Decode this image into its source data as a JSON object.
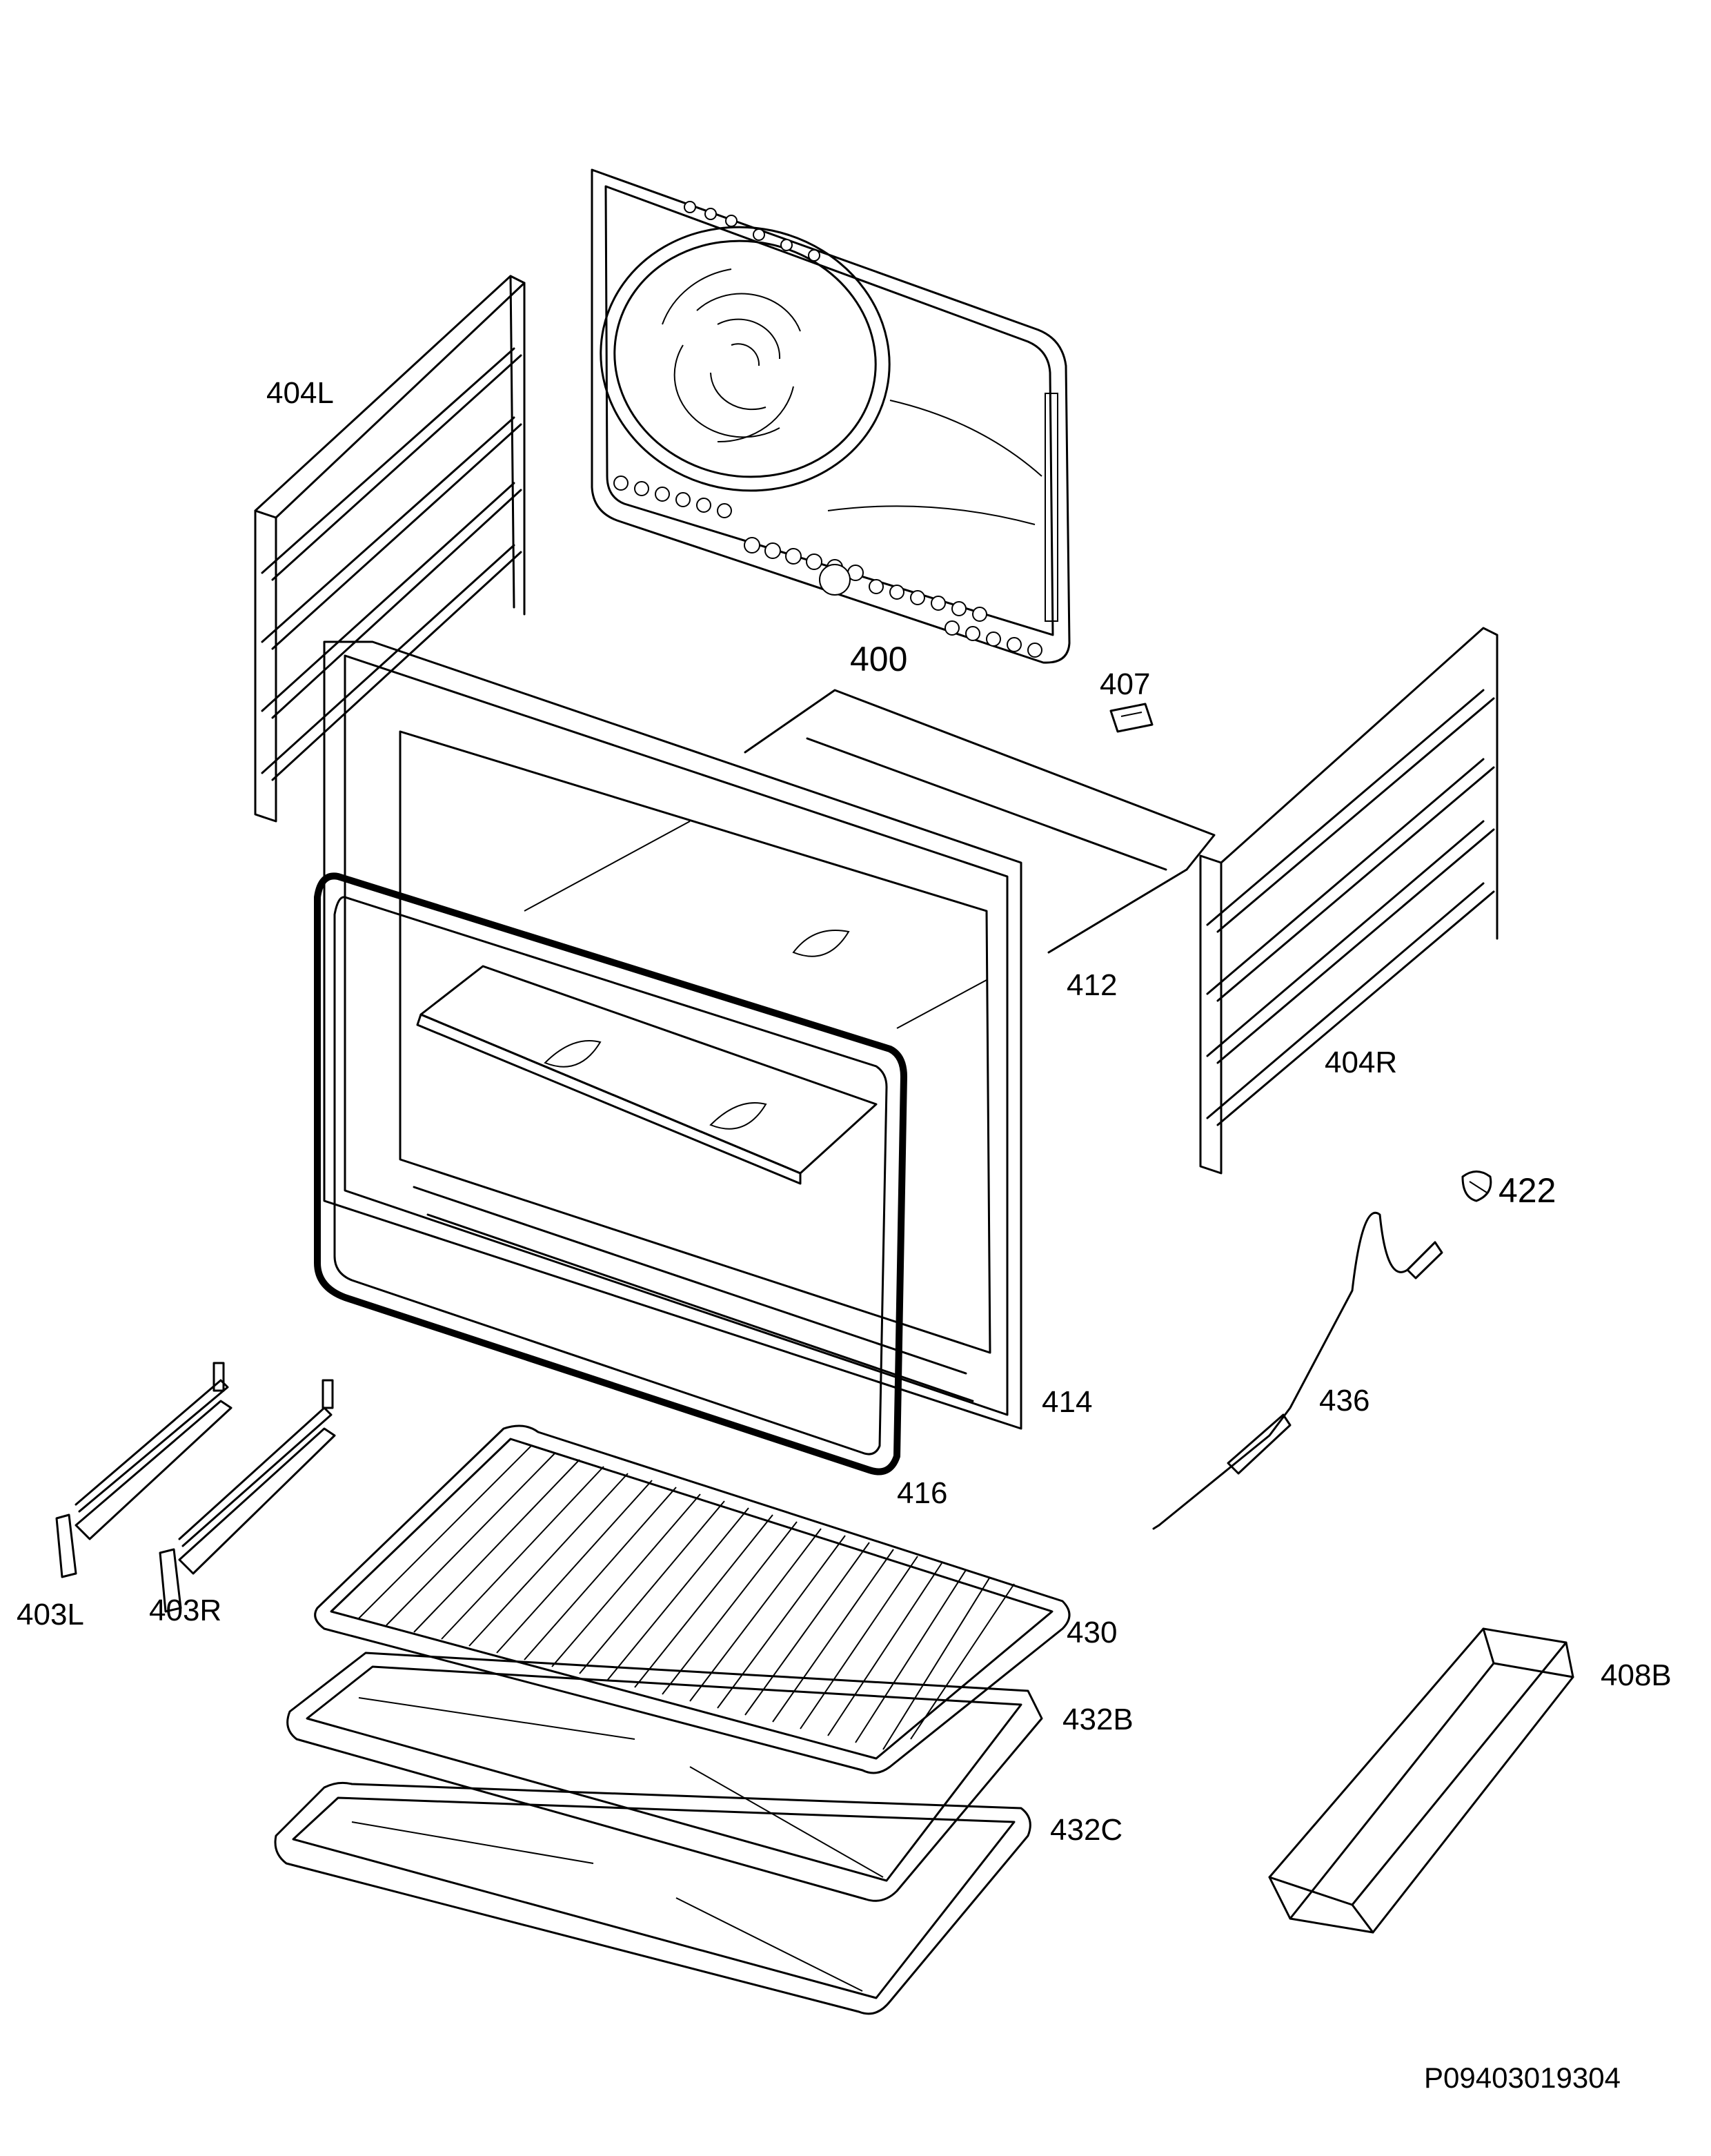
{
  "labels": {
    "p400": "400",
    "p403L": "403L",
    "p403R": "403R",
    "p404L": "404L",
    "p404R": "404R",
    "p407": "407",
    "p408B": "408B",
    "p412": "412",
    "p414": "414",
    "p416": "416",
    "p422": "422",
    "p430": "430",
    "p432B": "432B",
    "p432C": "432C",
    "p436": "436"
  },
  "drawing_number": "P09403019304",
  "colors": {
    "line": "#000000",
    "background": "#ffffff"
  }
}
